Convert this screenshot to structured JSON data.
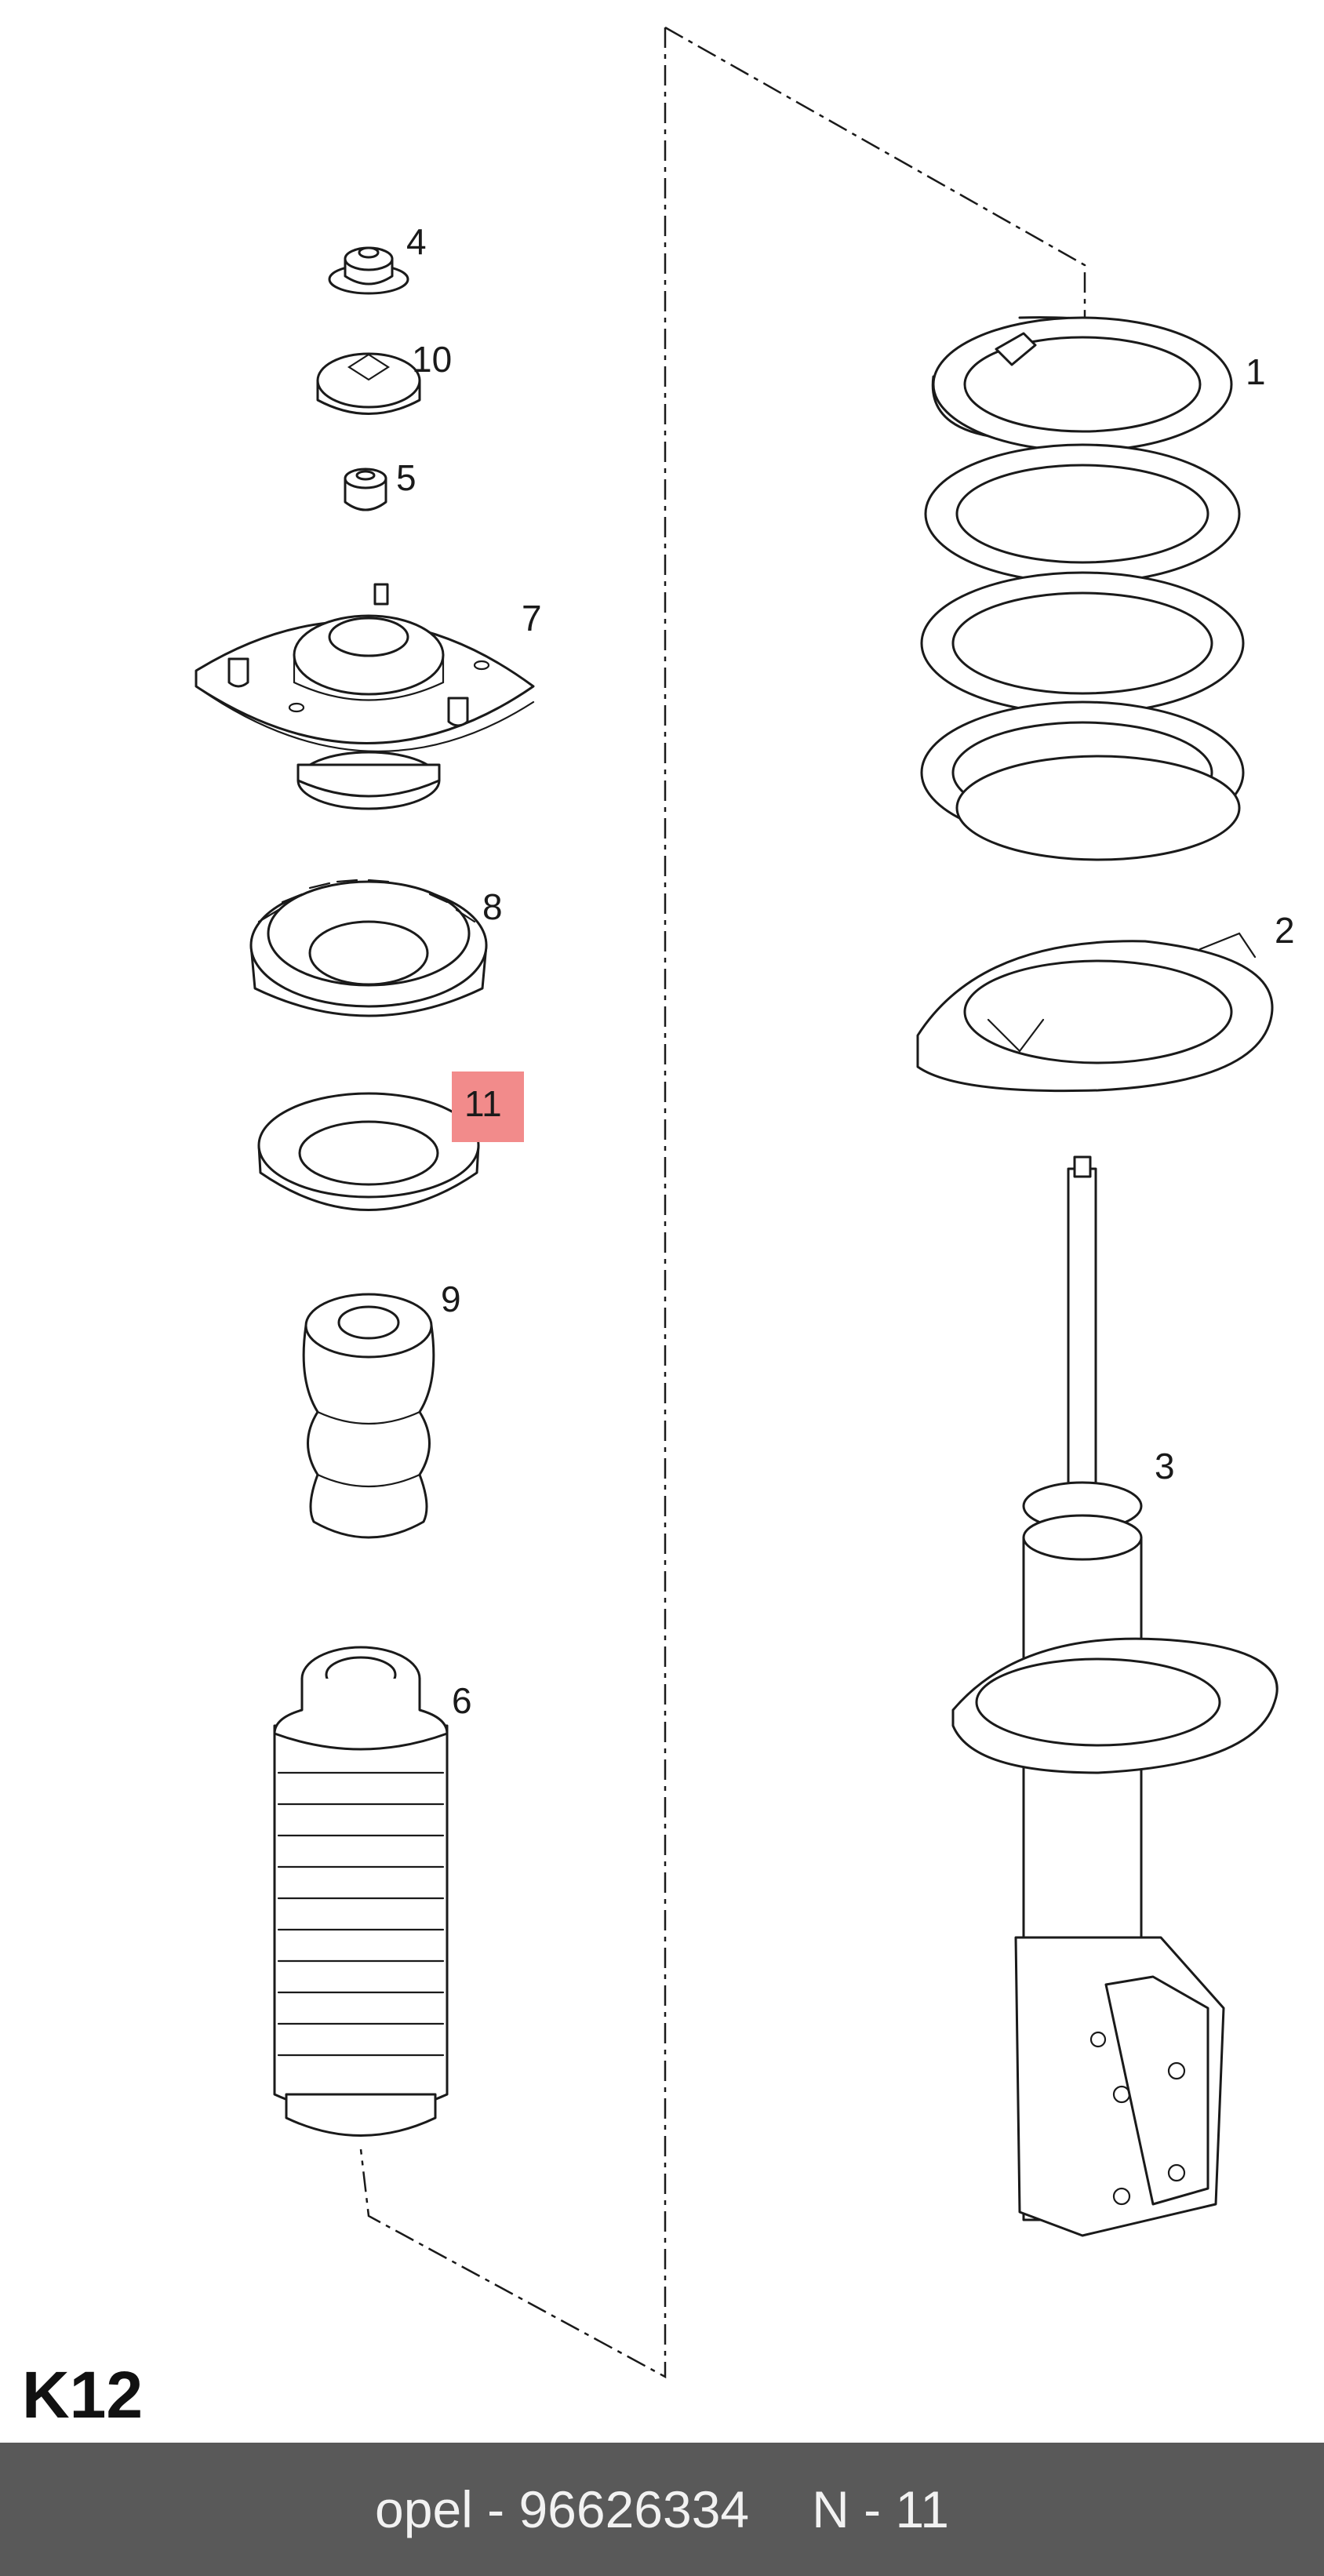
{
  "diagram": {
    "code": "K12",
    "callouts": {
      "c1": "1",
      "c2": "2",
      "c3": "3",
      "c4": "4",
      "c5": "5",
      "c6": "6",
      "c7": "7",
      "c8": "8",
      "c9": "9",
      "c10": "10",
      "c11": "11"
    },
    "highlighted_callout": "11",
    "highlight_color": "#f28b8b"
  },
  "footer": {
    "part_label": "opel - 96626334",
    "position_label": "N - 11",
    "background": "#595959"
  }
}
